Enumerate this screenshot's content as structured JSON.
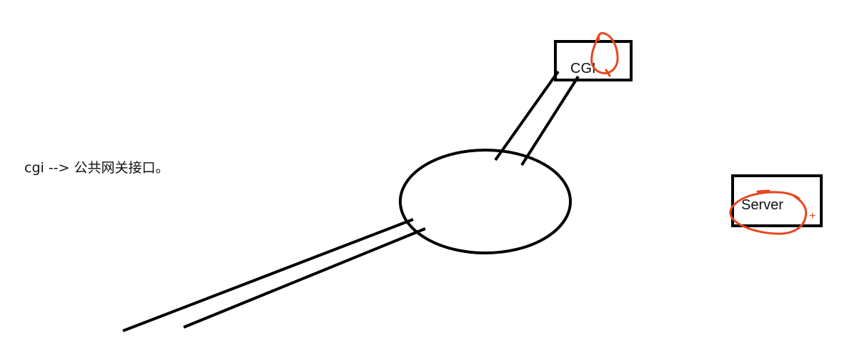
{
  "note": {
    "text": "cgi --> 公共网关接口。"
  },
  "nodes": {
    "cgi_box": {
      "label": "CGI"
    },
    "server_box": {
      "label": "Server"
    }
  },
  "annotations": {
    "plus_mark": "+"
  },
  "colors": {
    "stroke": "#000000",
    "annotation": "#e8461e",
    "text": "#111111"
  }
}
